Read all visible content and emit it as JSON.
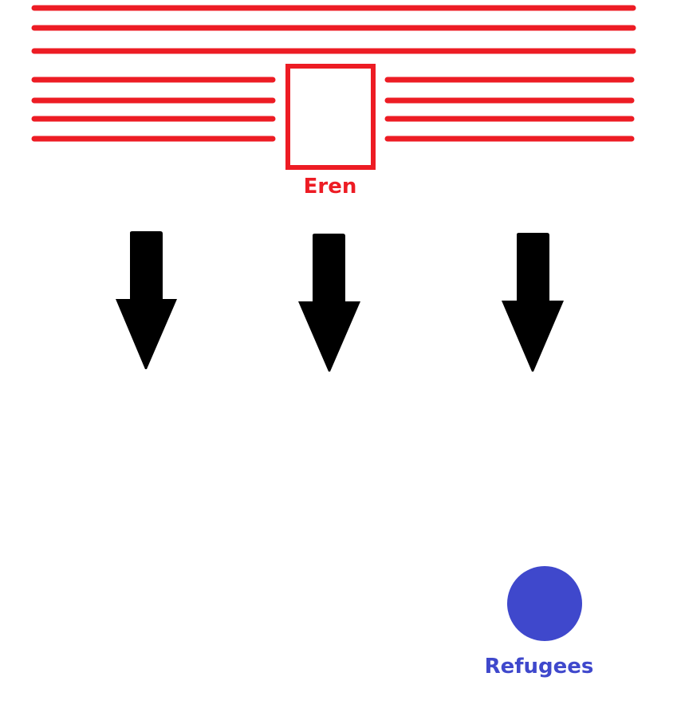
{
  "colors": {
    "wall": "#ed1c24",
    "arrow": "#000000",
    "refugees": "#3f48cc"
  },
  "labels": {
    "eren": "Eren",
    "refugees": "Refugees"
  },
  "icons": [
    "wall-lines",
    "gate-box",
    "down-arrow",
    "refugee-circle"
  ]
}
